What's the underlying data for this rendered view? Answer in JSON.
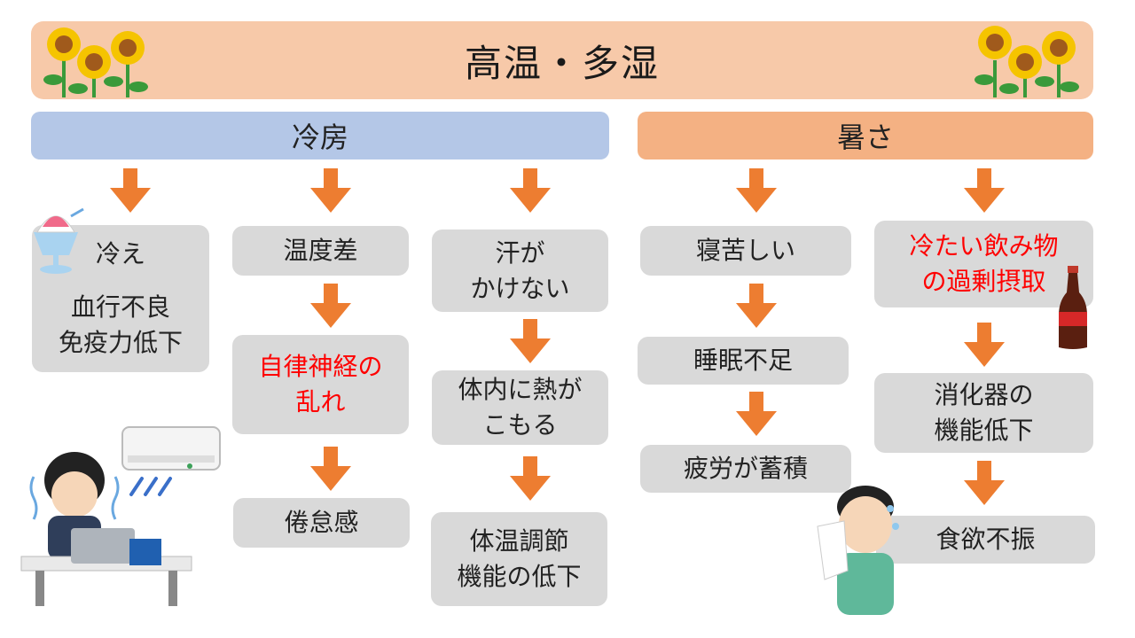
{
  "banner": {
    "title": "高温・多湿"
  },
  "categories": {
    "cool": "冷房",
    "hot": "暑さ"
  },
  "col1": {
    "line1": "冷え",
    "line2": "血行不良",
    "line3": "免疫力低下"
  },
  "col2": {
    "box1": "温度差",
    "box2_line1": "自律神経の",
    "box2_line2": "乱れ",
    "box3": "倦怠感"
  },
  "col3": {
    "box1_line1": "汗が",
    "box1_line2": "かけない",
    "box2_line1": "体内に熱が",
    "box2_line2": "こもる",
    "box3_line1": "体温調節",
    "box3_line2": "機能の低下"
  },
  "col4": {
    "box1": "寝苦しい",
    "box2": "睡眠不足",
    "box3": "疲労が蓄積"
  },
  "col5": {
    "box1_line1": "冷たい飲み物",
    "box1_line2": "の過剰摂取",
    "box2_line1": "消化器の",
    "box2_line2": "機能低下",
    "box3": "食欲不振"
  },
  "colors": {
    "banner": "#f7c9a9",
    "cool": "#b4c7e7",
    "hot": "#f4b183",
    "box": "#d9d9d9",
    "arrow": "#ed7d31",
    "emphasis": "#ff0000"
  }
}
